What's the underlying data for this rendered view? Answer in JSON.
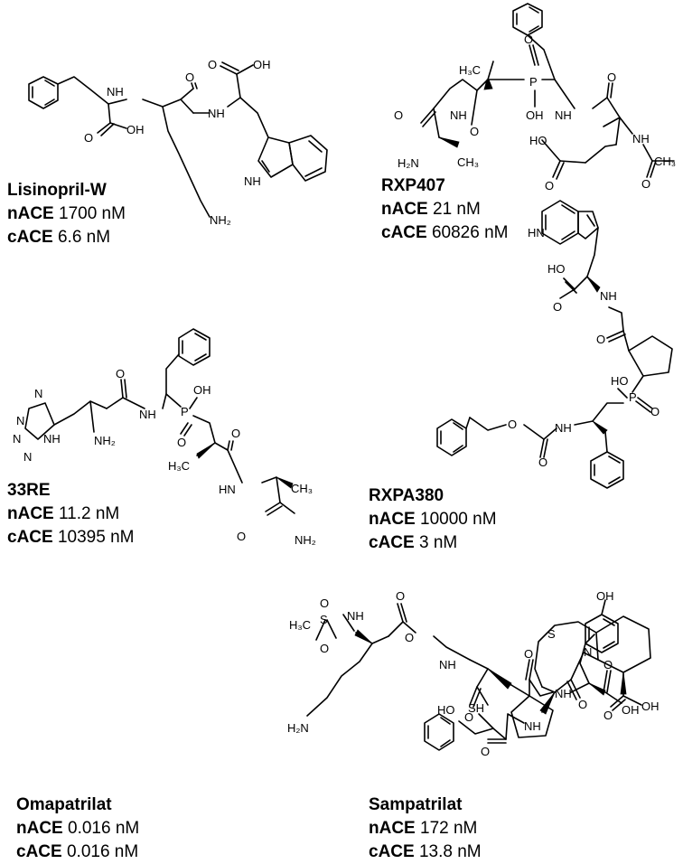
{
  "compounds": [
    {
      "name": "Lisinopril-W",
      "nace_label": "nACE",
      "nace_value": "1700 nM",
      "cace_label": "cACE",
      "cace_value": "6.6 nM"
    },
    {
      "name": "RXP407",
      "nace_label": "nACE",
      "nace_value": "21 nM",
      "cace_label": "cACE",
      "cace_value": "60826 nM"
    },
    {
      "name": "33RE",
      "nace_label": "nACE",
      "nace_value": "11.2 nM",
      "cace_label": "cACE",
      "cace_value": "10395 nM"
    },
    {
      "name": "RXPA380",
      "nace_label": "nACE",
      "nace_value": "10000 nM",
      "cace_label": "cACE",
      "cace_value": "3 nM"
    },
    {
      "name": "Omapatrilat",
      "nace_label": "nACE",
      "nace_value": "0.016 nM",
      "cace_label": "cACE",
      "cace_value": "0.016 nM"
    },
    {
      "name": "Sampatrilat",
      "nace_label": "nACE",
      "nace_value": "172 nM",
      "cace_label": "cACE",
      "cace_value": "13.8 nM"
    }
  ],
  "atoms": {
    "oh": "OH",
    "ho": "HO",
    "nh": "NH",
    "hn": "HN",
    "o": "O",
    "p": "P",
    "s": "S",
    "n": "N",
    "nh2": "NH₂",
    "h2n": "H₂N",
    "ch3": "CH₃",
    "h3c": "H₃C",
    "sh": "SH"
  }
}
